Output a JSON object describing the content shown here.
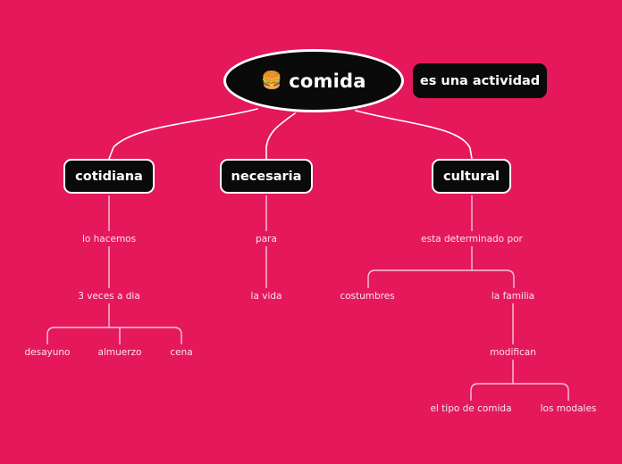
{
  "canvas": {
    "background": "#e5185c",
    "line_color": "#ffffff",
    "node_fill": "#0a0a0a",
    "node_text_color": "#ffffff",
    "leaf_text_color": "#fde3ec"
  },
  "root": {
    "emoji": "🍔",
    "emoji_name": "hamburger-emoji",
    "label": "comida"
  },
  "attached": {
    "label": "es una actividad"
  },
  "branches": [
    {
      "label": "cotidiana",
      "connector": "lo hacemos",
      "child": "3 veces a dia",
      "grandchildren": [
        "desayuno",
        "almuerzo",
        "cena"
      ]
    },
    {
      "label": "necesaria",
      "connector": "para",
      "child": "la vida",
      "grandchildren": []
    },
    {
      "label": "cultural",
      "connector": "esta determinado por",
      "children": [
        "costumbres",
        "la familia"
      ],
      "sub_connector": "modifican",
      "sub_children": [
        "el tipo de comida",
        "los modales"
      ]
    }
  ]
}
